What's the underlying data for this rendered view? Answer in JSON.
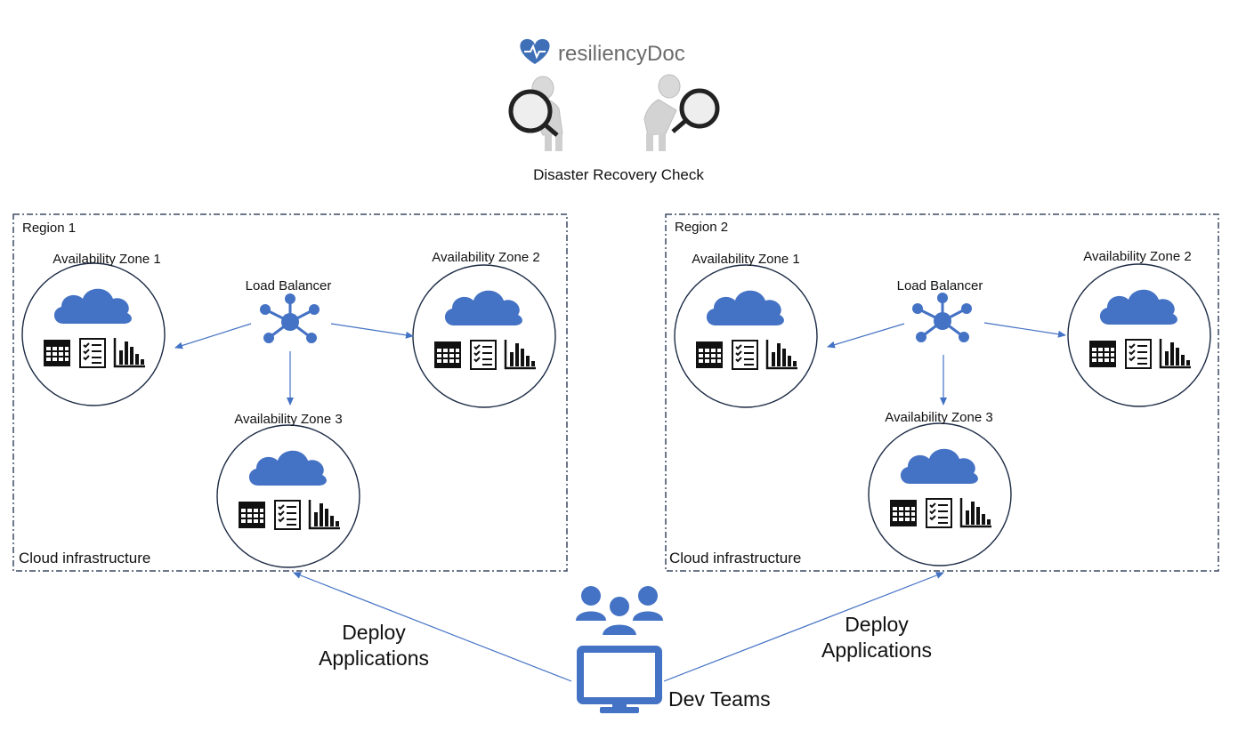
{
  "logo": {
    "text": "resiliencyDoc",
    "icon": "heart-pulse-icon",
    "color": "#3e6fb7"
  },
  "caption": "Disaster Recovery Check",
  "regions": [
    {
      "label": "Region 1",
      "footer": "Cloud infrastructure",
      "load_balancer": "Load Balancer",
      "zones": [
        "Availability Zone 1",
        "Availability Zone 2",
        "Availability Zone 3"
      ]
    },
    {
      "label": "Region 2",
      "footer": "Cloud infrastructure",
      "load_balancer": "Load Balancer",
      "zones": [
        "Availability Zone 1",
        "Availability Zone 2",
        "Availability Zone 3"
      ]
    }
  ],
  "deploy": {
    "line1": "Deploy",
    "line2": "Applications"
  },
  "dev_teams": "Dev Teams",
  "colors": {
    "accent": "#4472c4",
    "dashed_border": "#3c4a63",
    "text": "#111111"
  }
}
